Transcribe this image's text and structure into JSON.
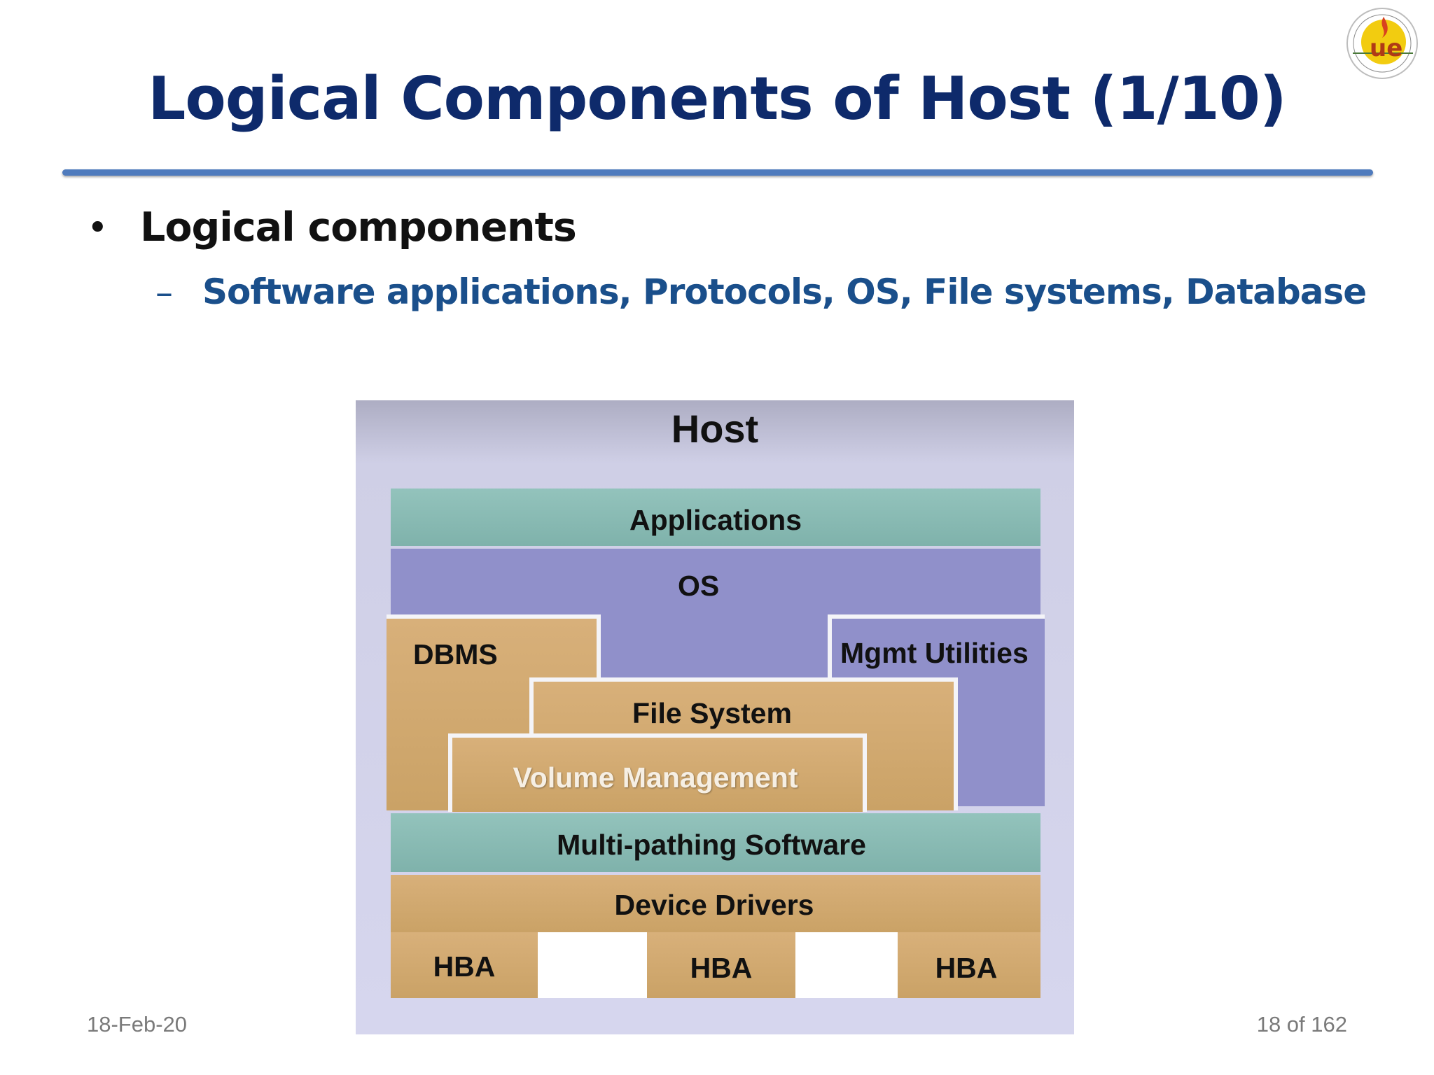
{
  "slide": {
    "title": "Logical Components of Host (1/10)",
    "bullet_marker": "•",
    "bullet": "Logical components",
    "sub_marker": "–",
    "sub_bullet": "Software applications, Protocols, OS, File systems, Database"
  },
  "diagram": {
    "host": "Host",
    "applications": "Applications",
    "os": "OS",
    "dbms": "DBMS",
    "mgmt_utilities": "Mgmt Utilities",
    "file_system": "File System",
    "volume_management": "Volume Management",
    "multipathing": "Multi-pathing Software",
    "device_drivers": "Device Drivers",
    "hba": [
      "HBA",
      "HBA",
      "HBA"
    ]
  },
  "footer": {
    "date": "18-Feb-20",
    "page": "18 of 162"
  },
  "colors": {
    "title": "#0e2a6b",
    "subtitle": "#1a4f8b",
    "rule": "#4f7bbd",
    "teal": "#7fb2ab",
    "tan": "#caa266",
    "lavender": "#9090ca",
    "host_bg": "#d6d6ee"
  },
  "logo": {
    "icon": "upes-university-seal-icon",
    "text": "ue"
  }
}
